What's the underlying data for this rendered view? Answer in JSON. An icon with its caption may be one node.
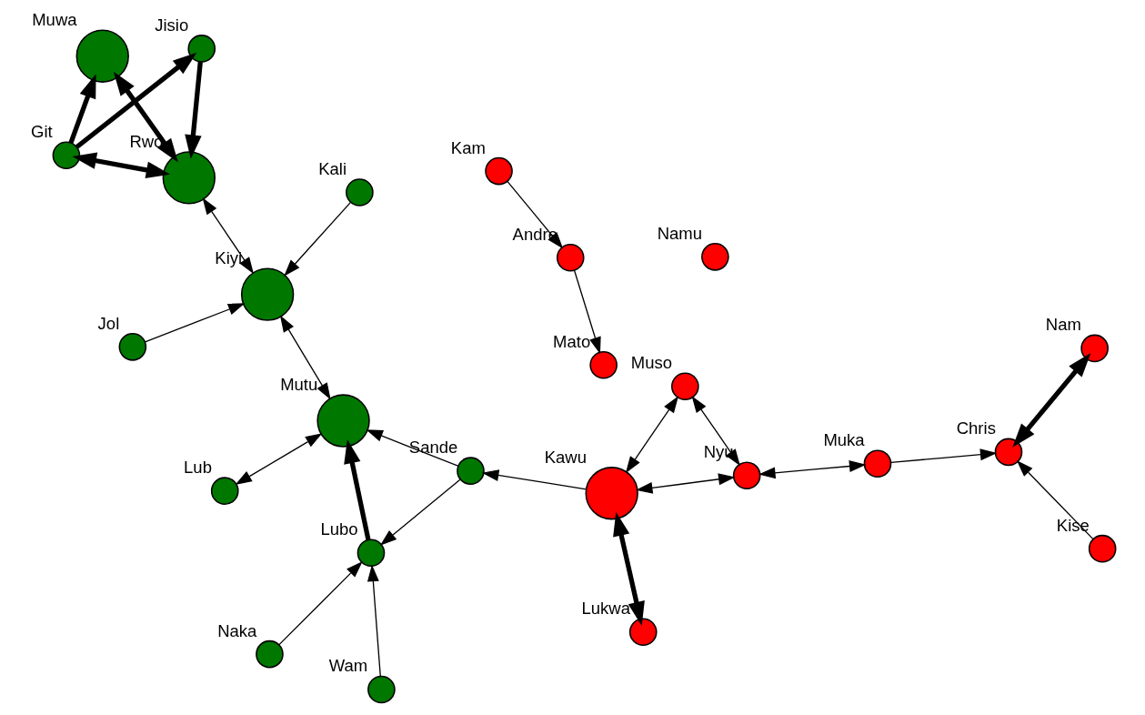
{
  "diagram": {
    "nodes": [
      {
        "text": [],
        "shape": "circle",
        "beside": [
          "Naka"
        ]
      },
      {
        "text": [],
        "shape": "circle",
        "beside": [
          "Lukwa"
        ]
      },
      {
        "text": [],
        "shape": "circle",
        "beside": [
          "Kam"
        ]
      },
      {
        "text": [],
        "shape": "circle",
        "beside": [
          "Wam"
        ]
      },
      {
        "text": [],
        "shape": "circle",
        "beside": [
          "Lubo"
        ]
      },
      {
        "text": [],
        "shape": "circle",
        "beside": [
          "Muso"
        ]
      },
      {
        "text": [],
        "shape": "circle",
        "beside": [
          "Sande"
        ]
      },
      {
        "text": [],
        "shape": "circle",
        "beside": [
          "Kawu"
        ]
      },
      {
        "text": [],
        "shape": "circle",
        "beside": [
          "Andre"
        ]
      },
      {
        "text": [],
        "shape": "circle",
        "beside": [
          "Lub"
        ]
      },
      {
        "text": [],
        "shape": "circle",
        "beside": [
          "Mutu"
        ]
      },
      {
        "text": [],
        "shape": "circle",
        "beside": [
          "Nyu"
        ]
      },
      {
        "text": [],
        "shape": "circle",
        "beside": [
          "Mato"
        ]
      },
      {
        "text": [],
        "shape": "circle",
        "beside": [
          "Jol"
        ]
      },
      {
        "text": [],
        "shape": "circle",
        "beside": [
          "Kiyi"
        ]
      },
      {
        "text": [],
        "shape": "circle",
        "beside": [
          "Kali"
        ]
      },
      {
        "text": [],
        "shape": "circle",
        "beside": [
          "Muka"
        ]
      },
      {
        "text": [],
        "shape": "circle",
        "beside": [
          "Jisio"
        ]
      },
      {
        "text": [],
        "shape": "circle",
        "beside": [
          "Rwo"
        ]
      },
      {
        "text": [],
        "shape": "circle",
        "beside": [
          "Kise"
        ]
      },
      {
        "text": [],
        "shape": "circle",
        "beside": [
          "Chris"
        ]
      },
      {
        "text": [],
        "shape": "circle",
        "beside": [
          "Namu"
        ]
      },
      {
        "text": [],
        "shape": "circle",
        "beside": [
          "Git"
        ]
      },
      {
        "text": [],
        "shape": "circle",
        "beside": [
          "Muwa"
        ]
      },
      {
        "text": [],
        "shape": "circle",
        "beside": [
          "Nam"
        ]
      }
    ],
    "edges": [
      {
        "from": 0,
        "to": 4,
        "arrow": "to"
      },
      {
        "from": 3,
        "to": 4,
        "arrow": "to"
      },
      {
        "from": 6,
        "to": 4,
        "arrow": "to"
      },
      {
        "from": 4,
        "to": 10,
        "arrow": "to",
        "style": "thick"
      },
      {
        "from": 6,
        "to": 10,
        "arrow": "to"
      },
      {
        "from": 7,
        "to": 6,
        "arrow": "to"
      },
      {
        "from": 1,
        "to": 7,
        "arrow": "both",
        "style": "thick"
      },
      {
        "from": 7,
        "to": 5,
        "arrow": "both"
      },
      {
        "from": 7,
        "to": 11,
        "arrow": "both"
      },
      {
        "from": 5,
        "to": 11,
        "arrow": "both"
      },
      {
        "from": 2,
        "to": 8,
        "arrow": "to"
      },
      {
        "from": 8,
        "to": 12,
        "arrow": "to"
      },
      {
        "from": 9,
        "to": 10,
        "arrow": "both"
      },
      {
        "from": 10,
        "to": 14,
        "arrow": "both"
      },
      {
        "from": 13,
        "to": 14,
        "arrow": "to"
      },
      {
        "from": 15,
        "to": 14,
        "arrow": "to"
      },
      {
        "from": 14,
        "to": 18,
        "arrow": "both"
      },
      {
        "from": 17,
        "to": 18,
        "arrow": "to",
        "style": "thick"
      },
      {
        "from": 22,
        "to": 18,
        "arrow": "both",
        "style": "thick"
      },
      {
        "from": 22,
        "to": 17,
        "arrow": "to",
        "style": "thick"
      },
      {
        "from": 22,
        "to": 23,
        "arrow": "to",
        "style": "thick"
      },
      {
        "from": 18,
        "to": 23,
        "arrow": "both",
        "style": "thick"
      },
      {
        "from": 11,
        "to": 16,
        "arrow": "both"
      },
      {
        "from": 16,
        "to": 20,
        "arrow": "to"
      },
      {
        "from": 19,
        "to": 20,
        "arrow": "to"
      },
      {
        "from": 20,
        "to": 24,
        "arrow": "both",
        "style": "thick"
      }
    ]
  }
}
